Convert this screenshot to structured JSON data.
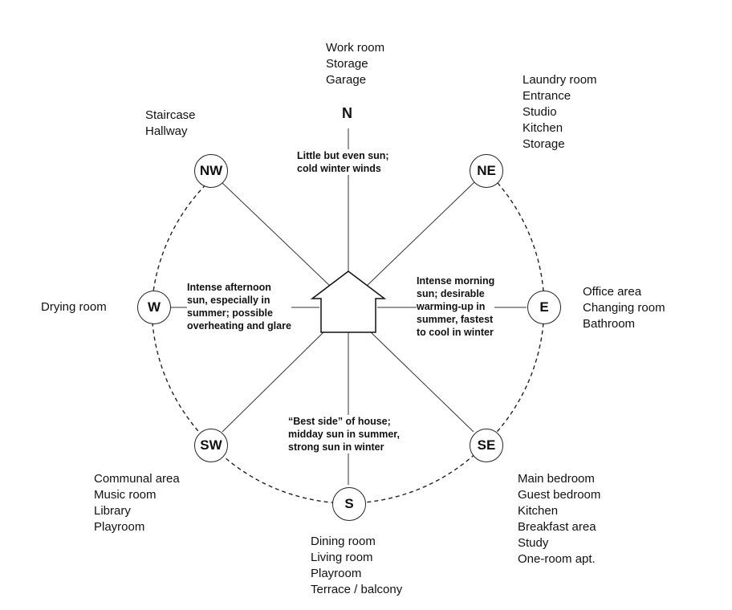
{
  "directions": {
    "N": {
      "label": "N",
      "rooms": [
        "Work room",
        "Storage",
        "Garage"
      ],
      "note": [
        "Little but even sun;",
        "cold winter winds"
      ]
    },
    "NE": {
      "label": "NE",
      "rooms": [
        "Laundry room",
        "Entrance",
        "Studio",
        "Kitchen",
        "Storage"
      ]
    },
    "E": {
      "label": "E",
      "rooms": [
        "Office area",
        "Changing room",
        "Bathroom"
      ],
      "note": [
        "Intense morning",
        "sun; desirable",
        "warming-up in",
        "summer, fastest",
        "to cool in winter"
      ]
    },
    "SE": {
      "label": "SE",
      "rooms": [
        "Main bedroom",
        "Guest bedroom",
        "Kitchen",
        "Breakfast area",
        "Study",
        "One-room apt."
      ]
    },
    "S": {
      "label": "S",
      "rooms": [
        "Dining room",
        "Living room",
        "Playroom",
        "Terrace / balcony"
      ],
      "note": [
        "“Best side” of house;",
        "midday sun in summer,",
        "strong sun in winter"
      ]
    },
    "SW": {
      "label": "SW",
      "rooms": [
        "Communal area",
        "Music room",
        "Library",
        "Playroom"
      ]
    },
    "W": {
      "label": "W",
      "rooms": [
        "Drying room"
      ],
      "note": [
        "Intense afternoon",
        "sun, especially in",
        "summer; possible",
        "overheating and glare"
      ]
    },
    "NW": {
      "label": "NW",
      "rooms": [
        "Staircase",
        "Hallway"
      ]
    }
  }
}
